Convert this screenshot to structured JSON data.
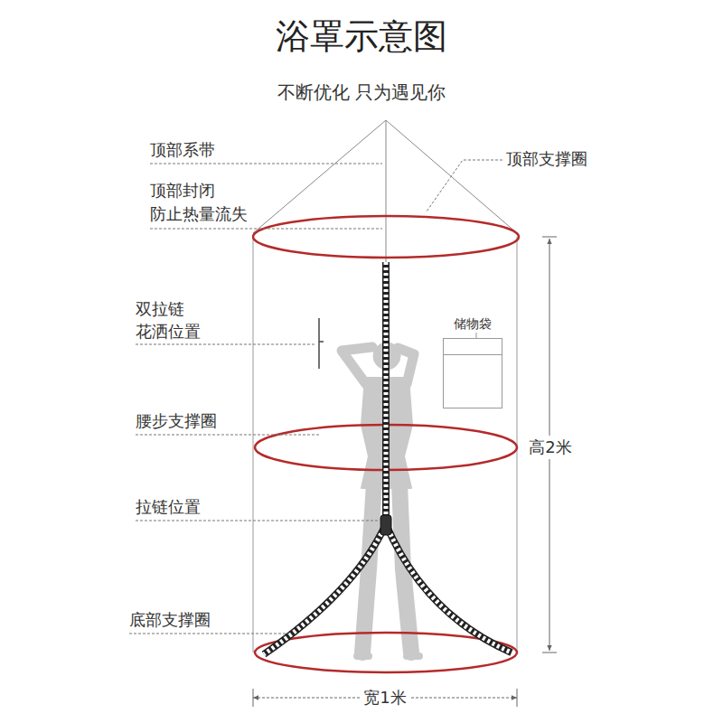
{
  "diagram": {
    "title": "浴罩示意图",
    "nodes": [
      {
        "text": [
          "储物袋"
        ]
      }
    ],
    "edges": [],
    "labels": [
      "不断优化 只为遇见你",
      "顶部系带",
      "顶部封闭 防止热量流失",
      "顶部支撑圈",
      "双拉链",
      "花洒位置",
      "腰步支撑圈",
      "拉链位置",
      "底部支撑圈",
      "高2米",
      "宽1米"
    ]
  }
}
